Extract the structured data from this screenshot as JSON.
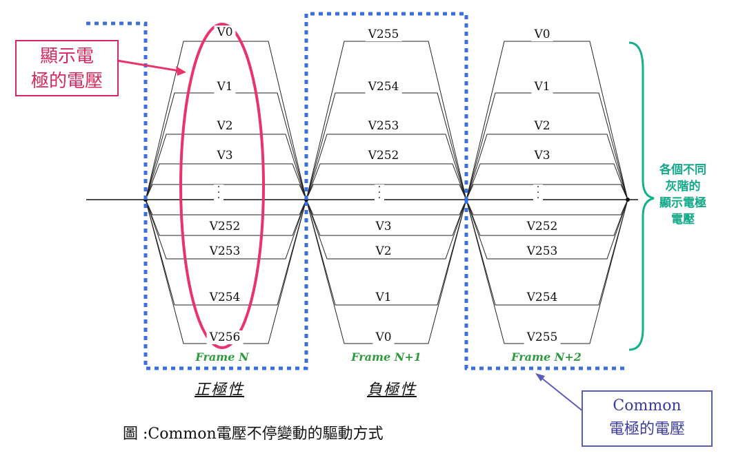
{
  "frames": [
    {
      "top_labels": [
        "V0",
        "V1",
        "V2",
        "V3"
      ],
      "bottom_labels": [
        "V252",
        "V253",
        "V254",
        "V256"
      ],
      "frame_label": "Frame N",
      "polarity": "正極性"
    },
    {
      "top_labels": [
        "V255",
        "V254",
        "V253",
        "V252"
      ],
      "bottom_labels": [
        "V3",
        "V2",
        "V1",
        "V0"
      ],
      "frame_label": "Frame N+1",
      "polarity": "負極性"
    },
    {
      "top_labels": [
        "V0",
        "V1",
        "V2",
        "V3"
      ],
      "bottom_labels": [
        "V252",
        "V253",
        "V254",
        "V255"
      ],
      "frame_label": "Frame N+2",
      "polarity": ""
    }
  ],
  "callouts": {
    "pixel_electrode_line1": "顯示電",
    "pixel_electrode_line2": "極的電壓",
    "gray_levels_lines": [
      "各個不同",
      "灰階的",
      "顯示電極",
      "電壓"
    ],
    "common_line1": "Common",
    "common_line2": "電極的電壓"
  },
  "caption": "圖 :Common電壓不停變動的驅動方式",
  "colors": {
    "dashed_box": "#3a6fe0",
    "ellipse": "#e8336b",
    "frame_label": "#2e9a3c",
    "brace": "#14b08c",
    "common_box": "#5a5ab8"
  }
}
